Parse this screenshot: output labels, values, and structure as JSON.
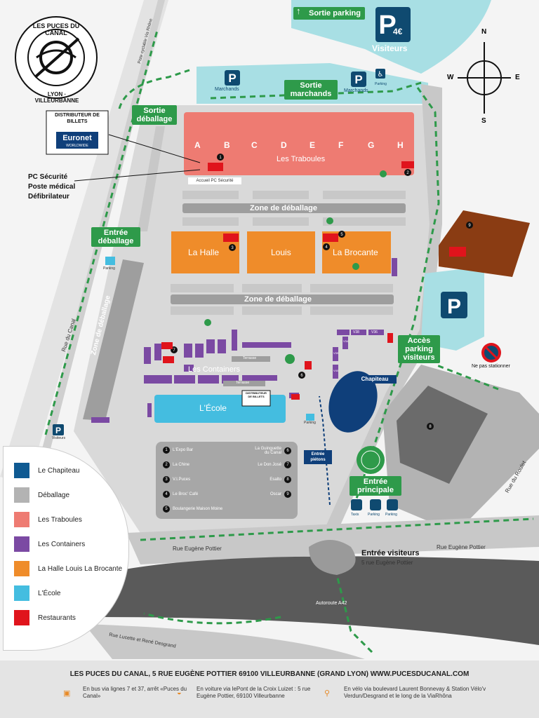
{
  "logo": {
    "top": "LES PUCES DU CANAL",
    "bottom": "LYON · VILLEURBANNE"
  },
  "distributor": {
    "label": "DISTRIBUTEUR DE BILLETS",
    "brand": "Euronet",
    "sub": "WORLDWIDE"
  },
  "security": {
    "line1": "PC Sécurité",
    "line2": "Poste médical",
    "line3": "Défibrilateur",
    "accueil": "Accueil PC Sécurité"
  },
  "green_labels": {
    "sortie_parking": "Sortie parking",
    "sortie_deballage": "Sortie déballage",
    "sortie_marchands": "Sortie marchands",
    "entree_deballage": "Entrée déballage",
    "acces_parking": "Accès parking visiteurs",
    "entree_principale": "Entrée principale"
  },
  "parking": {
    "p4_price": "4€",
    "visiteurs": "Visiteurs",
    "marchands": "Marchands",
    "parking": "Parking",
    "visiteurs_small": "Visiteurs"
  },
  "areas": {
    "traboules": "Les Traboules",
    "zone_deballage": "Zone de déballage",
    "la_halle": "La Halle",
    "louis": "Louis",
    "la_brocante": "La Brocante",
    "containers": "Les Containers",
    "ecole": "L'École",
    "chapiteau": "Chapiteau",
    "terrasse": "Terrasse",
    "entree_pietons": "Entrée piétons",
    "no_parking": "Ne pas stationner"
  },
  "columns": [
    "A",
    "B",
    "C",
    "D",
    "E",
    "F",
    "G",
    "H"
  ],
  "container_codes": [
    "V38",
    "V36",
    "V34",
    "V39",
    "V40"
  ],
  "streets": {
    "canal": "Rue du Canal",
    "piste": "Piste cyclable Via Rhône",
    "roulet": "Rue du Roulet",
    "pottier_left": "Rue Eugène Pottier",
    "pottier_right": "Rue Eugène Pottier",
    "a42": "Autoroute A42",
    "desgrand": "Rue Lucette et René Desgrand"
  },
  "entree_visiteurs": {
    "title": "Entrée visiteurs",
    "address": "5 rue Eugène Pottier"
  },
  "transport_labels": [
    "Taxis",
    "Parking",
    "Parking"
  ],
  "compass": {
    "n": "N",
    "s": "S",
    "e": "E",
    "w": "W"
  },
  "legend": [
    {
      "label": "Le Chapiteau",
      "color": "#0f5a92"
    },
    {
      "label": "Déballage",
      "color": "#b3b3b3"
    },
    {
      "label": "Les Traboules",
      "color": "#ee7b72"
    },
    {
      "label": "Les Containers",
      "color": "#7b4aa3"
    },
    {
      "label": "La Halle Louis La Brocante",
      "color": "#ef8c2a"
    },
    {
      "label": "L'École",
      "color": "#44bde0"
    },
    {
      "label": "Restaurants",
      "color": "#e0141c"
    }
  ],
  "poi": [
    {
      "num": "1",
      "name": "L'Expo Bar"
    },
    {
      "num": "2",
      "name": "La Chine"
    },
    {
      "num": "3",
      "name": "V.I.Puces"
    },
    {
      "num": "4",
      "name": "Le Broc' Café"
    },
    {
      "num": "5",
      "name": "Boulangerie Maison Moine"
    },
    {
      "num": "6",
      "name": "La Guinguette du Canal"
    },
    {
      "num": "7",
      "name": "Le Don José"
    },
    {
      "num": "8",
      "name": "Esalto"
    },
    {
      "num": "9",
      "name": "Oscar"
    }
  ],
  "footer": {
    "title": "LES PUCES DU CANAL, 5 RUE EUGÈNE POTTIER 69100 VILLEURBANNE (GRAND LYON)  WWW.PUCESDUCANAL.COM",
    "bus": "En bus via lignes 7 et 37, arrêt «Puces du Canal»",
    "car": "En voiture via lePont de la Croix Luizet : 5 rue Eugène Pottier, 69100 Villeurbanne",
    "bike": "En vélo via boulevard Laurent Bonnevay & Station Vélo'v Verdun/Desgrand et le long de la ViaRhôna"
  },
  "colors": {
    "green": "#2e9a4a",
    "road": "#5a5a5a",
    "water": "#a8dfe4"
  }
}
